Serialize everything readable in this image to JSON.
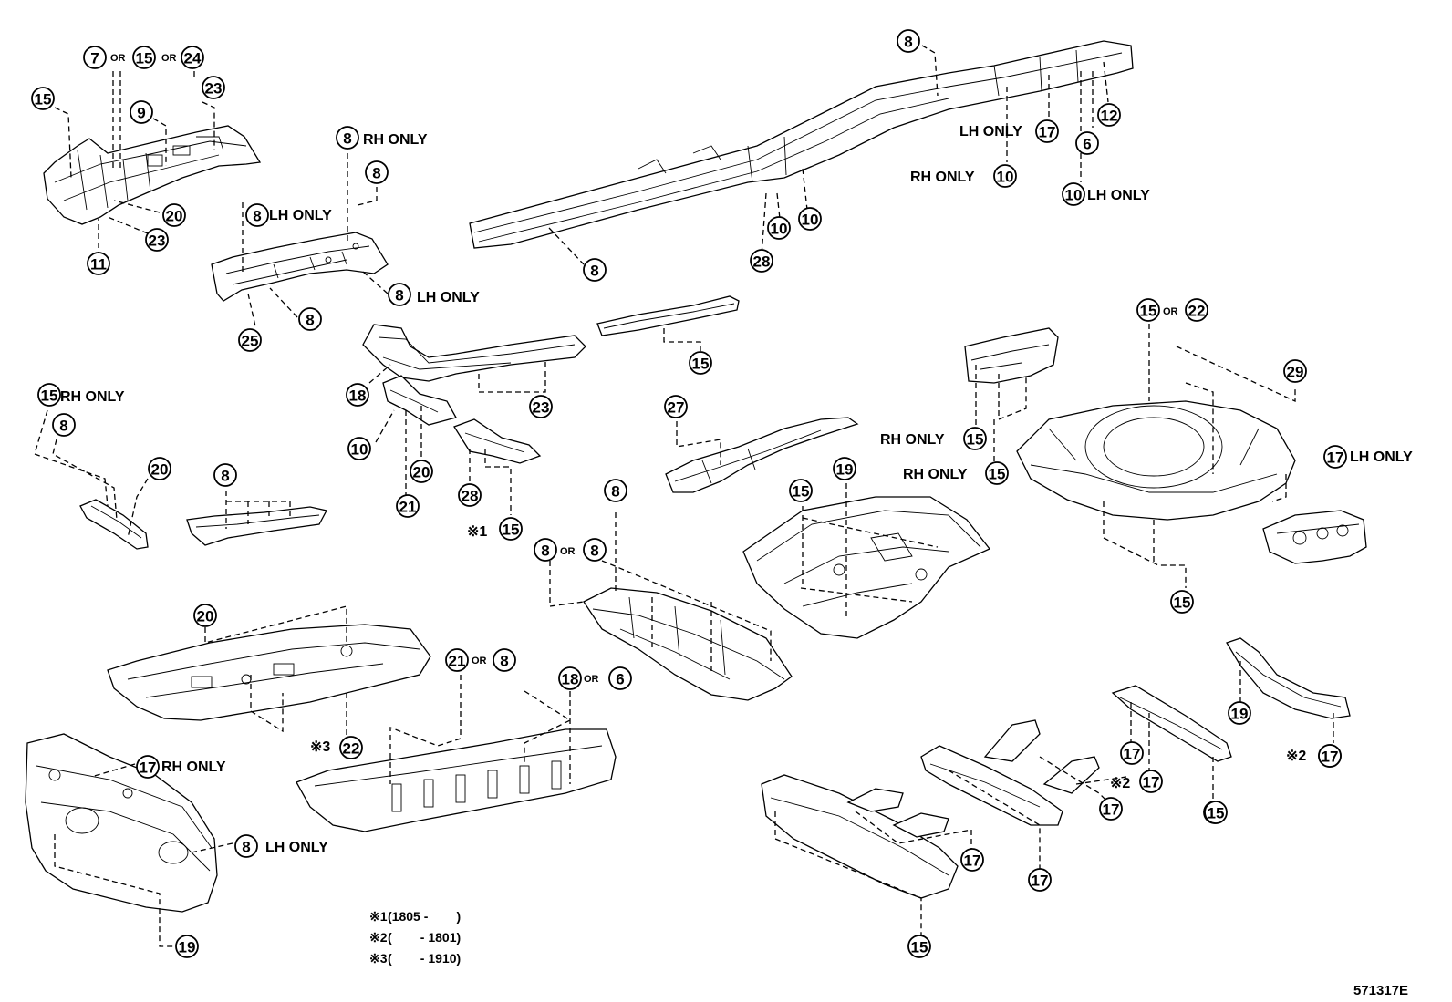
{
  "document_id": "571317E",
  "callouts": [
    {
      "num": "15"
    },
    {
      "num": "7"
    },
    {
      "num": "15"
    },
    {
      "num": "24"
    },
    {
      "num": "23"
    },
    {
      "num": "9"
    },
    {
      "num": "20"
    },
    {
      "num": "23"
    },
    {
      "num": "11"
    },
    {
      "num": "8"
    },
    {
      "num": "8"
    },
    {
      "num": "8"
    },
    {
      "num": "8"
    },
    {
      "num": "25"
    },
    {
      "num": "8"
    },
    {
      "num": "8"
    },
    {
      "num": "8"
    },
    {
      "num": "10"
    },
    {
      "num": "28"
    },
    {
      "num": "10"
    },
    {
      "num": "17"
    },
    {
      "num": "12"
    },
    {
      "num": "6"
    },
    {
      "num": "10"
    },
    {
      "num": "10"
    },
    {
      "num": "15"
    },
    {
      "num": "18"
    },
    {
      "num": "23"
    },
    {
      "num": "10"
    },
    {
      "num": "20"
    },
    {
      "num": "21"
    },
    {
      "num": "28"
    },
    {
      "num": "15"
    },
    {
      "num": "27"
    },
    {
      "num": "15"
    },
    {
      "num": "22"
    },
    {
      "num": "29"
    },
    {
      "num": "15"
    },
    {
      "num": "15"
    },
    {
      "num": "17"
    },
    {
      "num": "15"
    },
    {
      "num": "15"
    },
    {
      "num": "8"
    },
    {
      "num": "20"
    },
    {
      "num": "8"
    },
    {
      "num": "8"
    },
    {
      "num": "8"
    },
    {
      "num": "8"
    },
    {
      "num": "15"
    },
    {
      "num": "19"
    },
    {
      "num": "20"
    },
    {
      "num": "22"
    },
    {
      "num": "21"
    },
    {
      "num": "8"
    },
    {
      "num": "18"
    },
    {
      "num": "6"
    },
    {
      "num": "17"
    },
    {
      "num": "8"
    },
    {
      "num": "19"
    },
    {
      "num": "19"
    },
    {
      "num": "17"
    },
    {
      "num": "17"
    },
    {
      "num": "17"
    },
    {
      "num": "17"
    },
    {
      "num": "17"
    },
    {
      "num": "17"
    },
    {
      "num": "15"
    },
    {
      "num": "17"
    },
    {
      "num": "15"
    },
    {
      "num": "17"
    },
    {
      "num": "17"
    }
  ],
  "text_labels": {
    "or": "OR",
    "rh_only": "RH ONLY",
    "lh_only": "LH ONLY",
    "mark1": "※1",
    "mark2": "※2",
    "mark3": "※3"
  },
  "notes": [
    {
      "mark": "※1",
      "text": "(1805 -        )"
    },
    {
      "mark": "※2",
      "text": "(        - 1801)"
    },
    {
      "mark": "※3",
      "text": "(        - 1910)"
    }
  ]
}
